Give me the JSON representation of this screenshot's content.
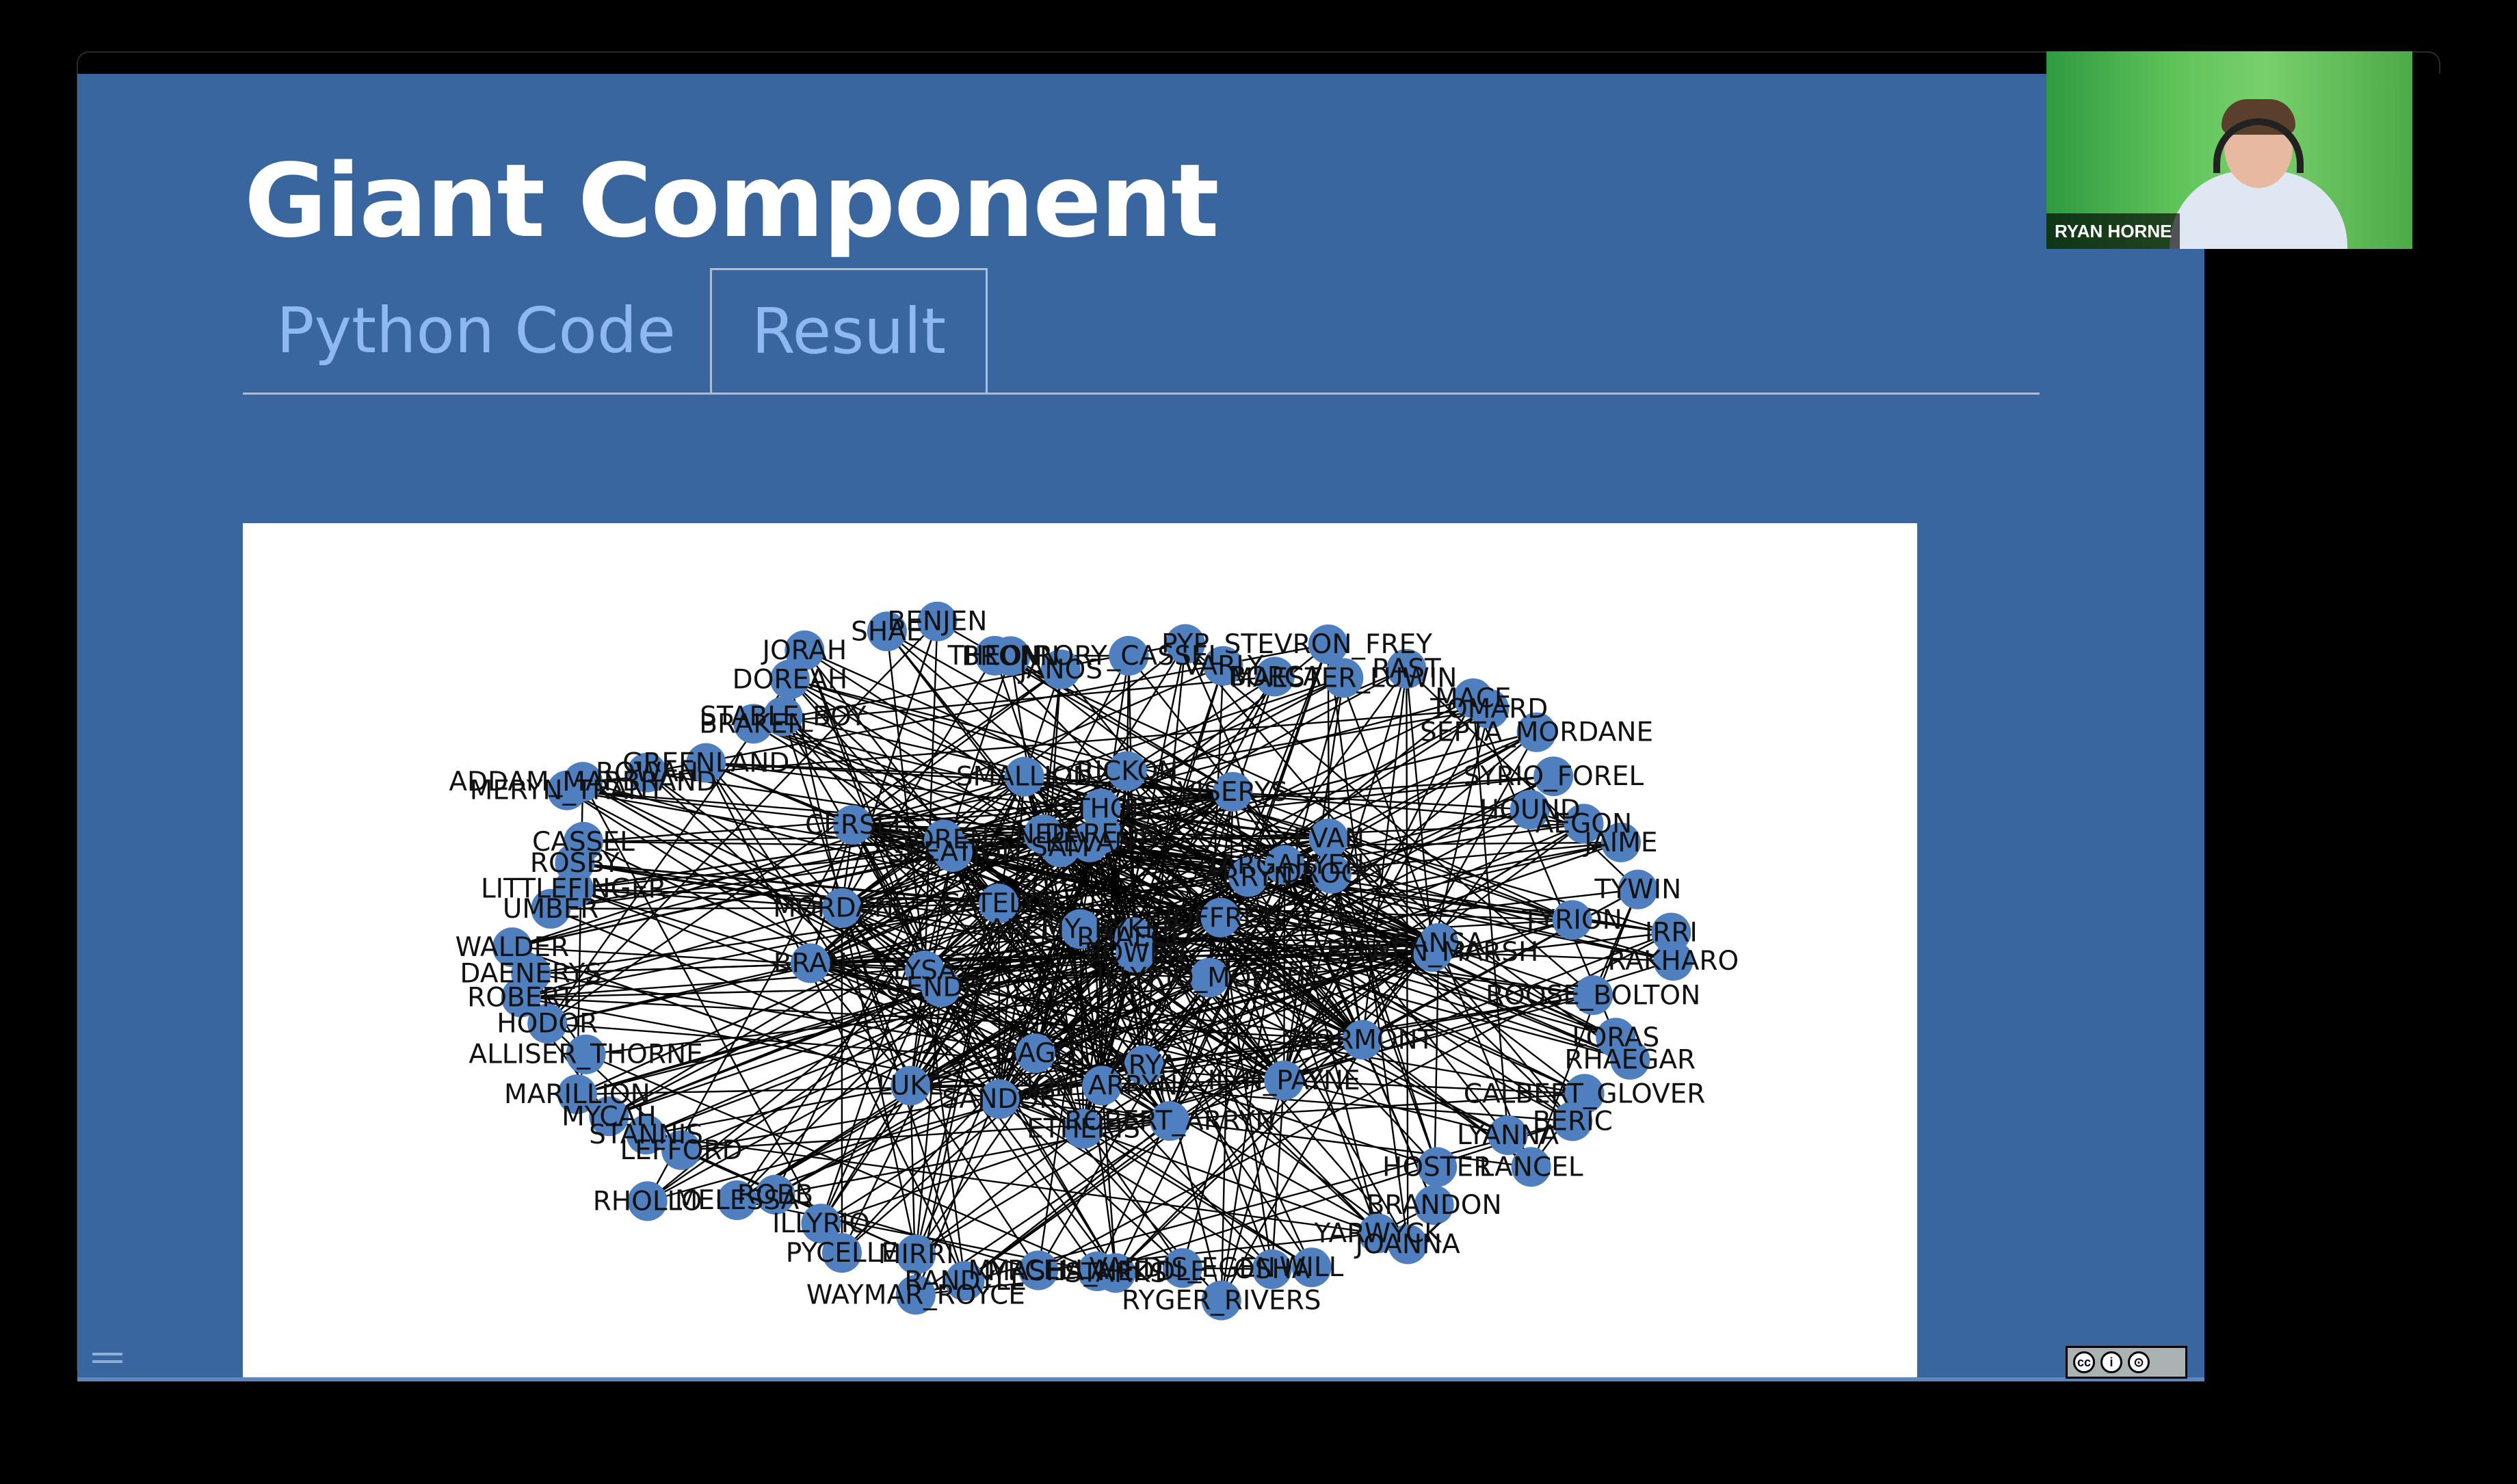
{
  "slide": {
    "title": "Giant Component",
    "tabs": [
      {
        "label": "Python Code",
        "active": false
      },
      {
        "label": "Result",
        "active": true
      }
    ]
  },
  "video": {
    "participant_name": "RYAN HORNE"
  },
  "license_badge": {
    "icons": [
      "cc-icon",
      "attribution-icon",
      "share-alike-icon"
    ],
    "glyphs": [
      "cc",
      "i",
      "⊙"
    ]
  },
  "colors": {
    "slide_bg": "#3a66a0",
    "tab_text": "#8fb8f0",
    "node": "#4f7fbf",
    "edge": "#000000"
  },
  "graph": {
    "node_labels": [
      "RAKHARO",
      "ROOSE_BOLTON",
      "LORAS",
      "RHAEGAR",
      "CALBERT_GLOVER",
      "BERIC",
      "LYANNA",
      "LANCEL",
      "HOSTER",
      "BRANDON",
      "JOANNA",
      "YARWYCK",
      "WILL",
      "OSHA",
      "RYGER_RIVERS",
      "VARDIS_EGEN",
      "STARKS",
      "MASHA_HEDDLE",
      "MYRCELLA",
      "RANDYLL",
      "WAYMAR_ROYCE",
      "MIRRI",
      "PYCELLE",
      "ILLYRIO",
      "ROBB",
      "MELESSA",
      "RHOLLO",
      "LEFFORD",
      "STANNIS",
      "MYCAH",
      "MARILLION",
      "ALLISER_THORNE",
      "HODOR",
      "ROBERT",
      "DAENERYS",
      "WALDER",
      "UMBER",
      "LITTLEFINGER",
      "ROSBY",
      "CASSEL",
      "MERYN_TRANT",
      "ADDAM_MARBRAND",
      "ROWAN",
      "GREENLAND",
      "BRAKEN",
      "STABLE_BOY",
      "DOREAH",
      "JORAH",
      "SHAE",
      "BENJEN",
      "THEON",
      "BRONN",
      "JANOS",
      "RORY_CASSEL",
      "PYP",
      "VARLY",
      "BORCA",
      "STEVRON_FREY",
      "MAESTER_LUWIN",
      "RAST",
      "MACE",
      "TOMARD",
      "SEPTA_MORDANE",
      "SYRIO_FOREL",
      "HOUND",
      "AEGON",
      "JAIME",
      "TYWIN",
      "TYRION",
      "IRRI",
      "ILYN_PAYNE",
      "RHAEGO",
      "EVAN",
      "BOWEN_MARSH",
      "DAREON",
      "ETHERIS",
      "ARRYN",
      "JON_ARRYN",
      "TARGARYEN",
      "LUKE",
      "SAM",
      "NED",
      "ARYA",
      "SANSA",
      "CERSEI",
      "JOFFREY",
      "CATELYN",
      "BRAN",
      "RICKON",
      "LYSA",
      "GENDRY",
      "YOREN",
      "MORDANE",
      "KEVAN",
      "JAREMY_RYKER",
      "SANDOR",
      "ROBERT_ARRYN",
      "MAGO",
      "GREATJON",
      "MORMONT",
      "VISERYS",
      "DROGO",
      "BOWEN",
      "OTHOR",
      "SMALLJON",
      "ILLYRIO_MOPATIS"
    ]
  }
}
